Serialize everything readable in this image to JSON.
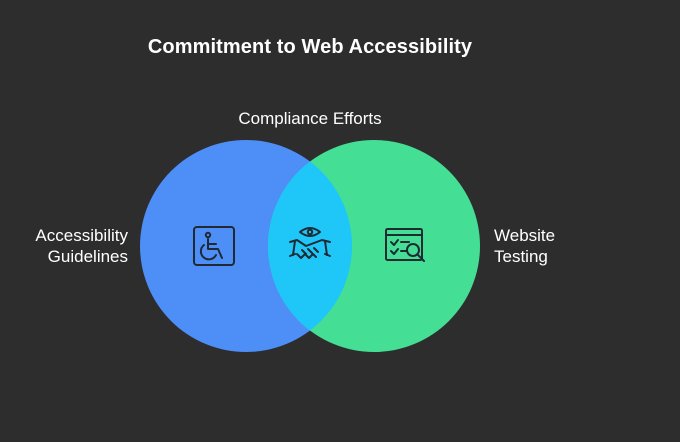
{
  "title": "Commitment to Web Accessibility",
  "sets": [
    {
      "id": "left",
      "label_lines": [
        "Accessibility",
        "Guidelines"
      ],
      "color": "#4e8ef7",
      "icon": "accessibility-icon"
    },
    {
      "id": "right",
      "label_lines": [
        "Website",
        "Testing"
      ],
      "color": "#44de94",
      "icon": "website-search-icon"
    }
  ],
  "overlap": {
    "label": "Compliance Efforts",
    "color": "#1ec7f8",
    "icon": "handshake-eye-icon"
  },
  "colors": {
    "background": "#2d2d2d",
    "text": "#ffffff",
    "icon_stroke": "#1f2a33"
  }
}
